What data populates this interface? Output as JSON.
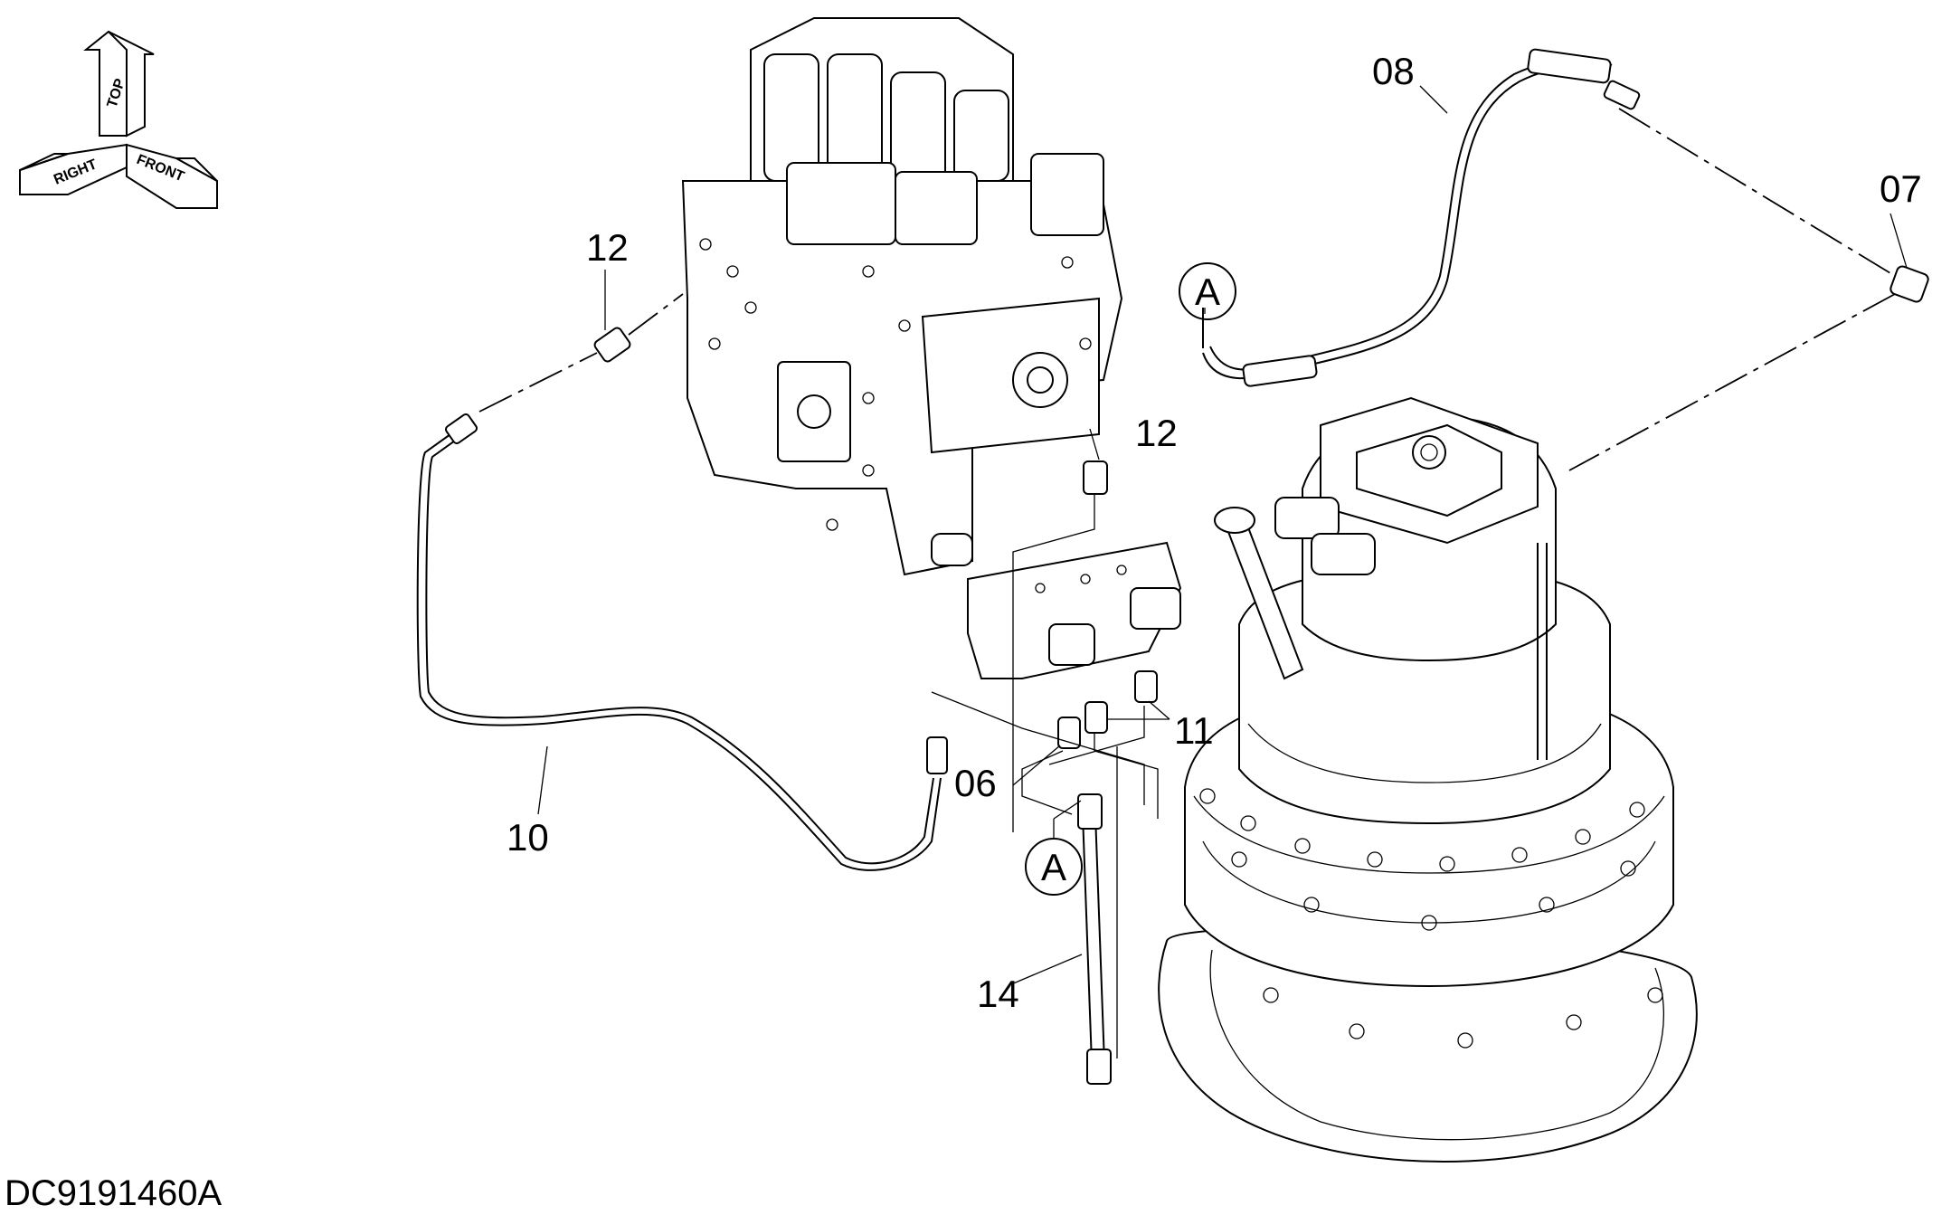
{
  "drawing": {
    "code": "DC9191460A"
  },
  "orientation": {
    "top": "TOP",
    "right": "RIGHT",
    "front": "FRONT"
  },
  "callouts": {
    "p06": "06",
    "p07": "07",
    "p08": "08",
    "p10": "10",
    "p11": "11",
    "p12a": "12",
    "p12b": "12",
    "p14": "14",
    "refA1": "A",
    "refA2": "A"
  },
  "colors": {
    "line": "#000000",
    "background": "#ffffff"
  }
}
